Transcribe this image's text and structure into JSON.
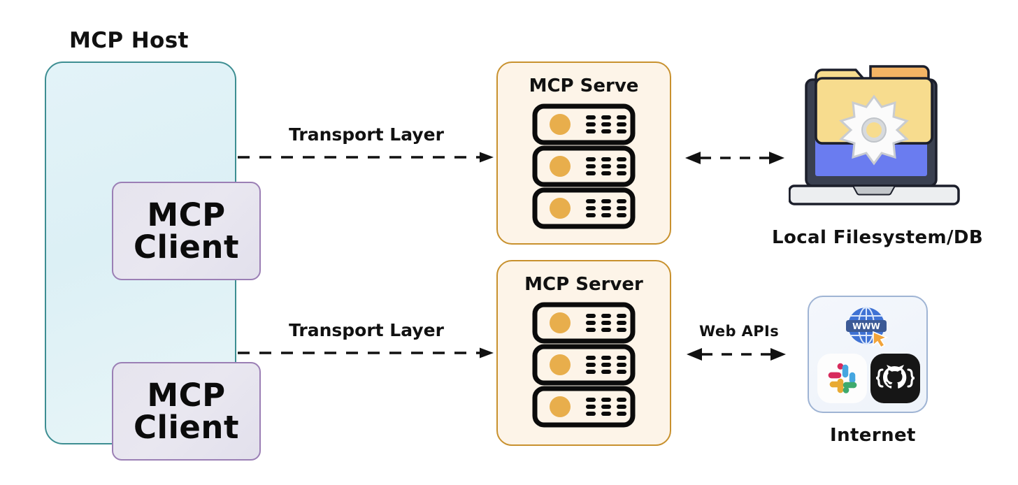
{
  "diagram": {
    "title": "MCP Host",
    "host": {
      "title": "MCP Host",
      "clients": [
        {
          "line1": "MCP",
          "line2": "Client"
        },
        {
          "line1": "MCP",
          "line2": "Client"
        }
      ]
    },
    "connections": {
      "transport_top": "Transport Layer",
      "transport_bottom": "Transport Layer",
      "web_apis": "Web APIs"
    },
    "servers": [
      {
        "title": "MCP Serve",
        "rack_units": 3
      },
      {
        "title": "MCP Server",
        "rack_units": 3
      }
    ],
    "resources": [
      {
        "label": "Local Filesystem/DB",
        "icon": "laptop-folder-gear-icon"
      },
      {
        "label": "Internet",
        "icon": "internet-panel-icon",
        "sub_icons": [
          "www-globe-icon",
          "slack-icon",
          "github-icon"
        ]
      }
    ],
    "colors": {
      "host_border": "#3d8e92",
      "host_fill": "#e3f3f8",
      "client_border": "#9b7fb5",
      "client_fill": "#e6e4ee",
      "server_border": "#c8912e",
      "server_fill": "#fdf4e8",
      "server_led": "#e8ae4c",
      "internet_border": "#9fb4d4",
      "arrow": "#111111",
      "laptop_screen": "#6a7cf0",
      "folder": "#f7dc8e"
    }
  }
}
